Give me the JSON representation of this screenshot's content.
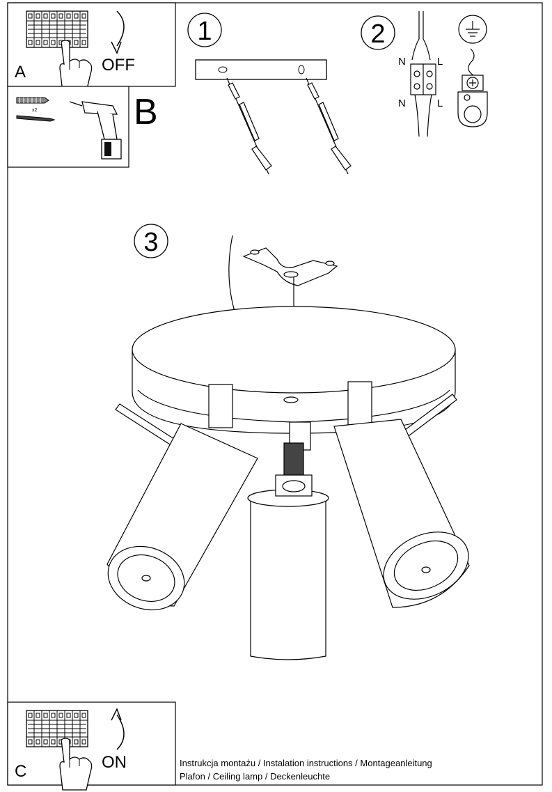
{
  "panels": {
    "a": {
      "letter": "A",
      "action": "OFF"
    },
    "b": {
      "letter": "B",
      "quantity": "x2"
    },
    "c": {
      "letter": "C",
      "action": "ON"
    }
  },
  "steps": {
    "one": "1",
    "two": "2",
    "three": "3"
  },
  "wiring": {
    "n_top": "N",
    "l_top": "L",
    "n_bottom": "N",
    "l_bottom": "L"
  },
  "footer": {
    "line1": "Instrukcja montażu / Instalation instructions / Montageanleitung",
    "line2": "Plafon / Ceiling lamp / Deckenleuchte"
  }
}
